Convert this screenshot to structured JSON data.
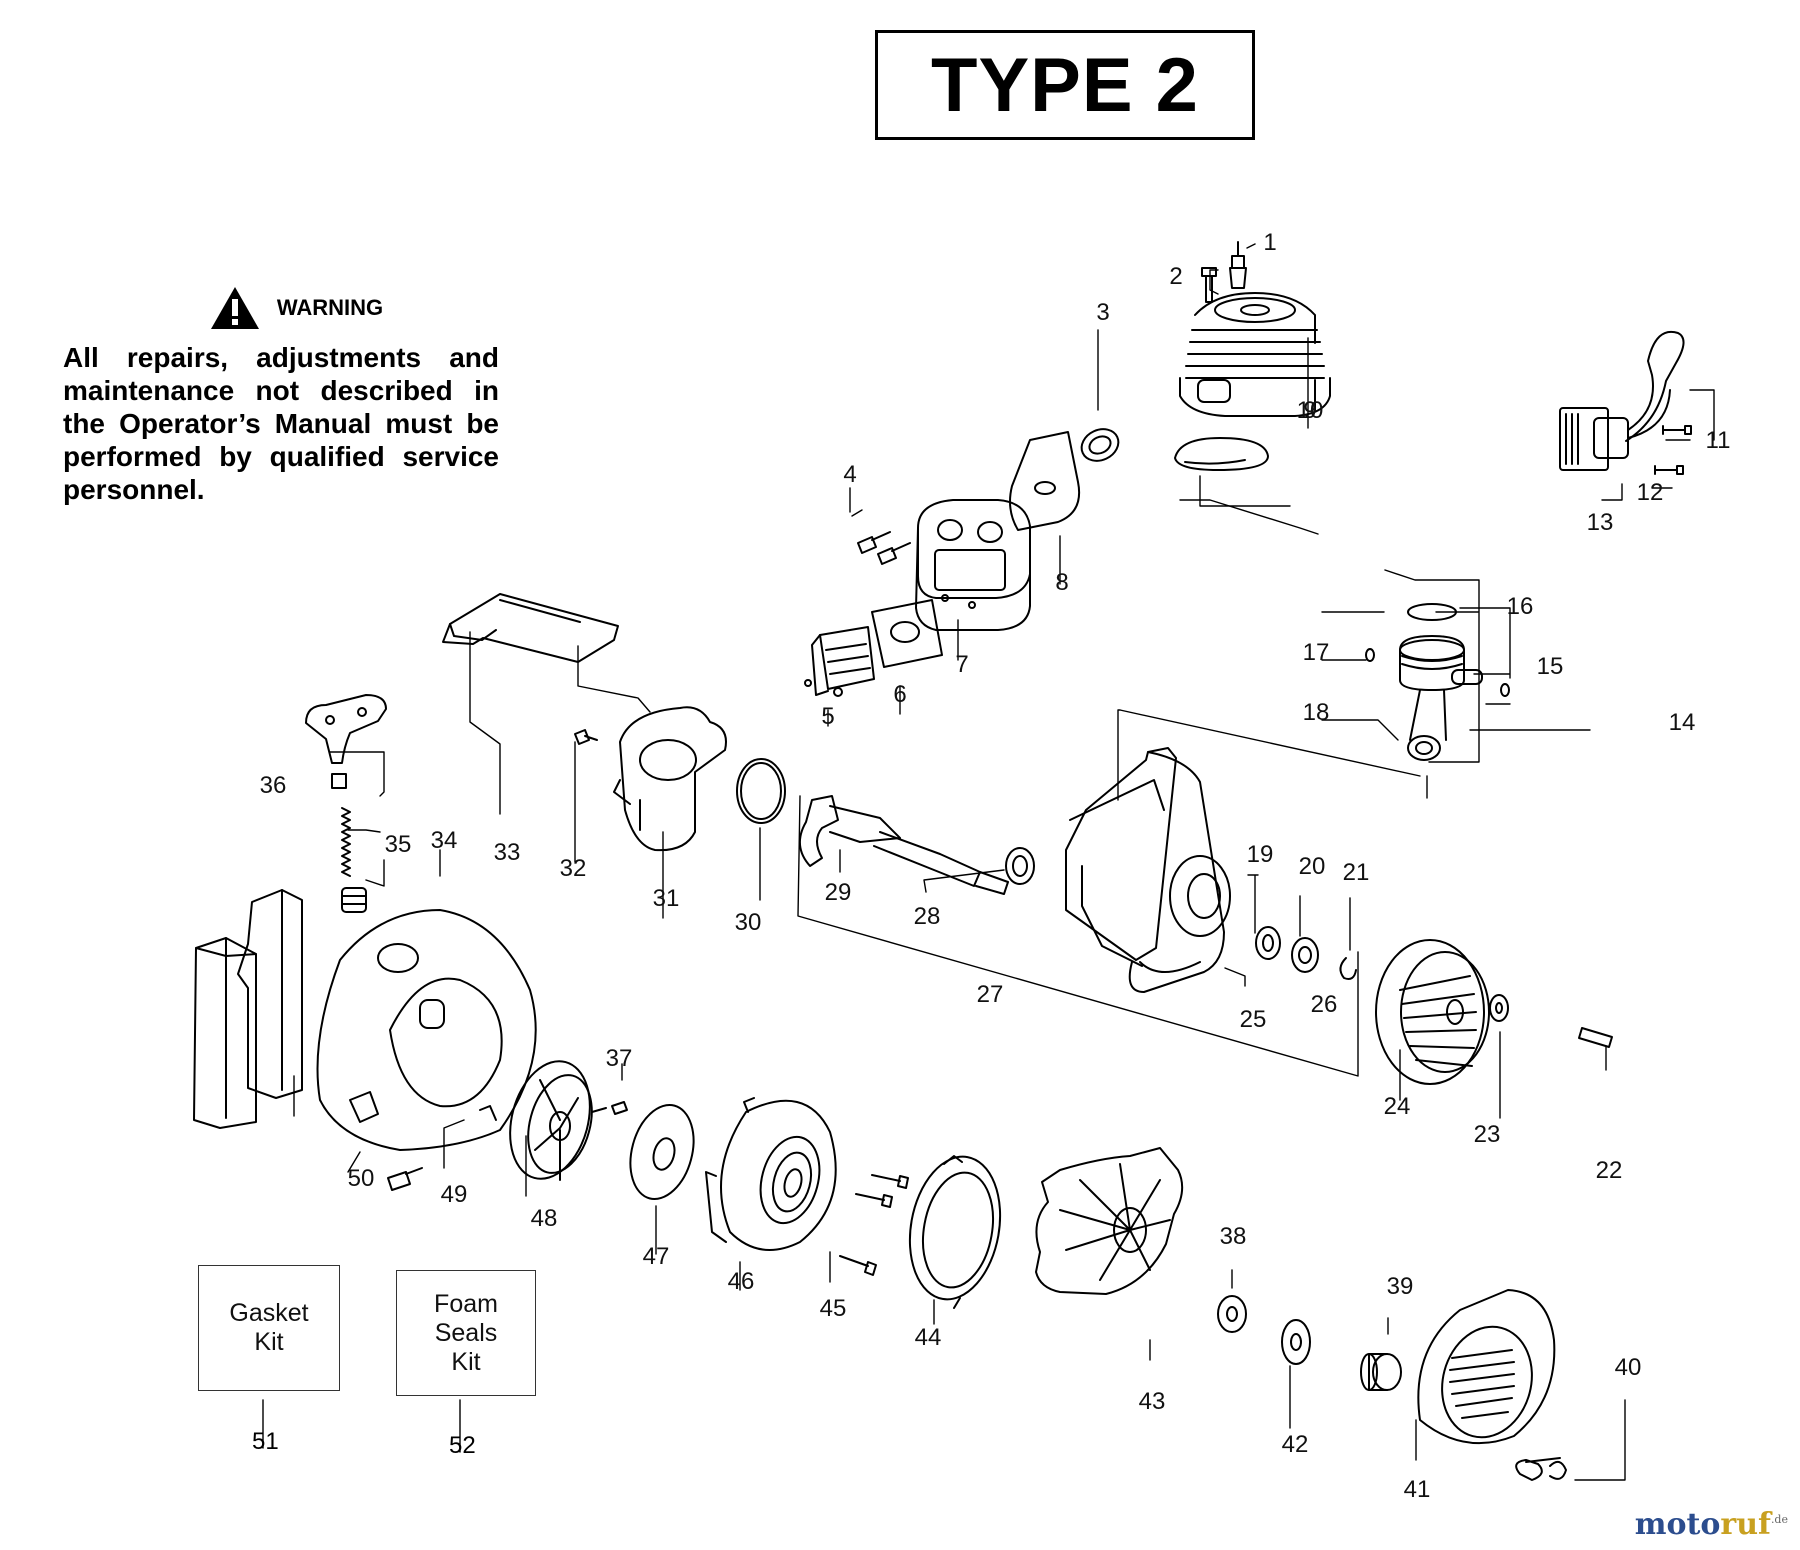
{
  "header": {
    "title": "TYPE 2"
  },
  "warning": {
    "label": "WARNING",
    "text": "All repairs, adjustments and maintenance not described in the Operator’s Manual must be performed by qualified service personnel."
  },
  "kits": [
    {
      "number": "51",
      "lines": [
        "Gasket",
        "Kit"
      ]
    },
    {
      "number": "52",
      "lines": [
        "Foam",
        "Seals",
        "Kit"
      ]
    }
  ],
  "part_numbers": [
    "1",
    "2",
    "3",
    "4",
    "5",
    "6",
    "7",
    "8",
    "9",
    "10",
    "11",
    "12",
    "13",
    "14",
    "15",
    "16",
    "17",
    "18",
    "19",
    "20",
    "21",
    "22",
    "23",
    "24",
    "25",
    "26",
    "27",
    "28",
    "29",
    "30",
    "31",
    "32",
    "33",
    "34",
    "35",
    "36",
    "37",
    "38",
    "39",
    "40",
    "41",
    "42",
    "43",
    "44",
    "45",
    "46",
    "47",
    "48",
    "49",
    "50"
  ],
  "watermark": {
    "main": "moto",
    "accent": "ruf",
    "suffix": ".de"
  },
  "colors": {
    "ink": "#000000",
    "brand": "#2c4d8e",
    "brand_accent": "#c8a020"
  }
}
